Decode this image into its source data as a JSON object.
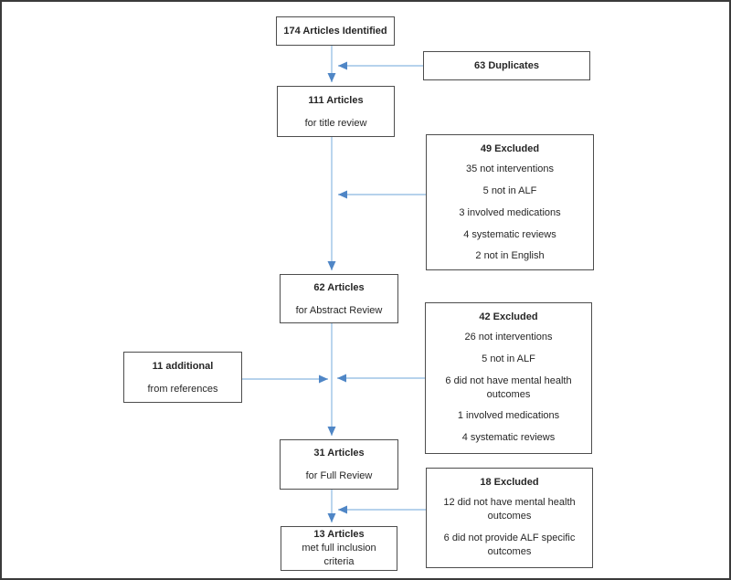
{
  "colors": {
    "arrow_line": "#9DC3E6",
    "arrow_head": "#4F86C6",
    "box_border": "#4d4d4d",
    "frame_border": "#3a3a3a",
    "text": "#262626"
  },
  "boxes": {
    "identified": {
      "title": "174 Articles Identified"
    },
    "duplicates": {
      "title": "63 Duplicates"
    },
    "title_review": {
      "title": "111 Articles",
      "subtitle": "for title review"
    },
    "excluded_title": {
      "title": "49 Excluded",
      "items": [
        "35 not interventions",
        "5 not in ALF",
        "3 involved medications",
        "4 systematic reviews",
        "2 not in English"
      ]
    },
    "abstract_review": {
      "title": "62 Articles",
      "subtitle": "for Abstract Review"
    },
    "excluded_abstract": {
      "title": "42 Excluded",
      "items": [
        "26 not interventions",
        "5 not in ALF",
        "6 did not have mental health outcomes",
        "1 involved medications",
        "4 systematic reviews"
      ]
    },
    "additional": {
      "title": "11 additional",
      "subtitle": "from references"
    },
    "full_review": {
      "title": "31 Articles",
      "subtitle": "for Full Review"
    },
    "excluded_full": {
      "title": "18 Excluded",
      "items": [
        "12 did not have mental health outcomes",
        "6 did not provide ALF specific outcomes"
      ]
    },
    "included": {
      "title": "13 Articles",
      "subtitle": "met full inclusion criteria"
    }
  }
}
